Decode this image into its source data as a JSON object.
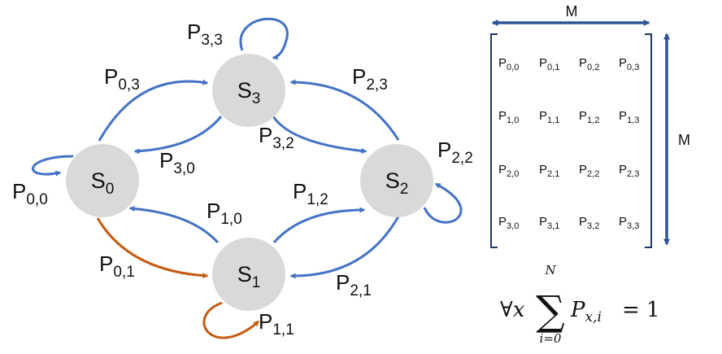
{
  "colors": {
    "blue": "#4472C4",
    "orange": "#C55A11",
    "node_fill": "#D9D9D9",
    "dark_blue": "#2F5597",
    "text": "#111111"
  },
  "states": [
    {
      "id": "S0",
      "base": "S",
      "sub": "0"
    },
    {
      "id": "S1",
      "base": "S",
      "sub": "1"
    },
    {
      "id": "S2",
      "base": "S",
      "sub": "2"
    },
    {
      "id": "S3",
      "base": "S",
      "sub": "3"
    }
  ],
  "transitions": {
    "p00": {
      "base": "P",
      "sub": "0,0"
    },
    "p01": {
      "base": "P",
      "sub": "0,1"
    },
    "p03": {
      "base": "P",
      "sub": "0,3"
    },
    "p10": {
      "base": "P",
      "sub": "1,0"
    },
    "p11": {
      "base": "P",
      "sub": "1,1"
    },
    "p12": {
      "base": "P",
      "sub": "1,2"
    },
    "p21": {
      "base": "P",
      "sub": "2,1"
    },
    "p22": {
      "base": "P",
      "sub": "2,2"
    },
    "p23": {
      "base": "P",
      "sub": "2,3"
    },
    "p30": {
      "base": "P",
      "sub": "3,0"
    },
    "p32": {
      "base": "P",
      "sub": "3,2"
    },
    "p33": {
      "base": "P",
      "sub": "3,3"
    }
  },
  "matrix": {
    "dim_label_top": "M",
    "dim_label_side": "M",
    "rows": [
      [
        {
          "base": "P",
          "sub": "0,0"
        },
        {
          "base": "P",
          "sub": "0,1"
        },
        {
          "base": "P",
          "sub": "0,2"
        },
        {
          "base": "P",
          "sub": "0,3"
        }
      ],
      [
        {
          "base": "P",
          "sub": "1,0"
        },
        {
          "base": "P",
          "sub": "1,1"
        },
        {
          "base": "P",
          "sub": "1,2"
        },
        {
          "base": "P",
          "sub": "1,3"
        }
      ],
      [
        {
          "base": "P",
          "sub": "2,0"
        },
        {
          "base": "P",
          "sub": "2,1"
        },
        {
          "base": "P",
          "sub": "2,2"
        },
        {
          "base": "P",
          "sub": "2,3"
        }
      ],
      [
        {
          "base": "P",
          "sub": "3,0"
        },
        {
          "base": "P",
          "sub": "3,1"
        },
        {
          "base": "P",
          "sub": "3,2"
        },
        {
          "base": "P",
          "sub": "3,3"
        }
      ]
    ]
  },
  "formula": {
    "forall": "∀x",
    "sigma": "∑",
    "upper": "N",
    "lower": "i=0",
    "term_base": "P",
    "term_sub": "x,i",
    "rhs": "= 1"
  }
}
